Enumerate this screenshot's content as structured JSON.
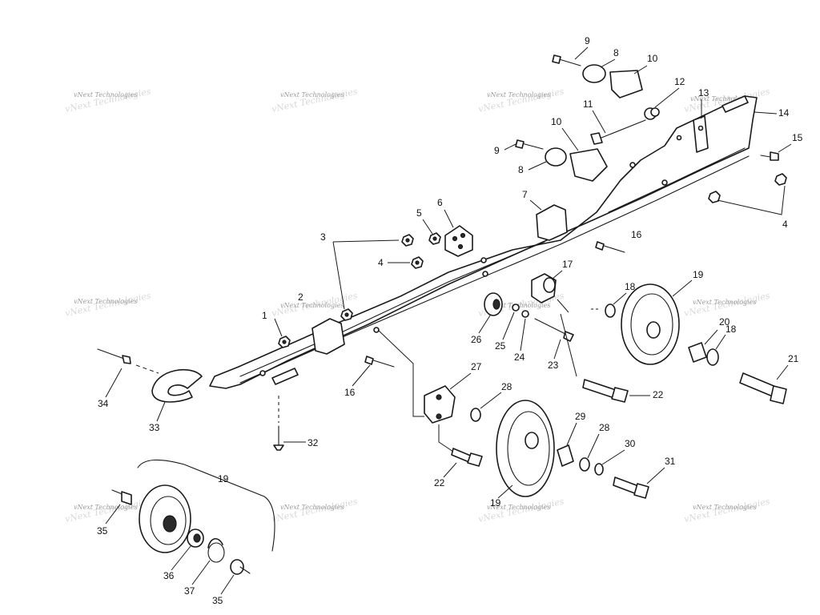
{
  "watermark": {
    "text": "vNext Technologies",
    "color": "#9a9a9a"
  },
  "callouts": [
    "1",
    "2",
    "3",
    "4",
    "5",
    "6",
    "7",
    "8",
    "9",
    "10",
    "11",
    "12",
    "13",
    "14",
    "15",
    "16",
    "17",
    "18",
    "19",
    "20",
    "21",
    "22",
    "23",
    "24",
    "25",
    "26",
    "27",
    "28",
    "29",
    "30",
    "31",
    "32",
    "33",
    "34",
    "35",
    "36",
    "37"
  ],
  "colors": {
    "line": "#1a1a1a",
    "background": "#ffffff"
  }
}
